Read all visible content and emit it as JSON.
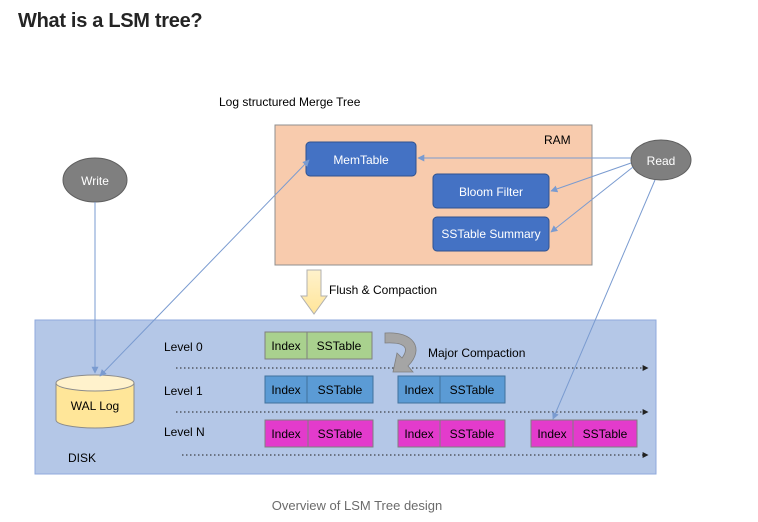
{
  "page": {
    "title": "What is a LSM tree?",
    "caption": "Overview of LSM Tree design"
  },
  "diagram": {
    "heading": "Log structured Merge Tree",
    "ram": {
      "label": "RAM",
      "memtable": "MemTable",
      "bloom_filter": "Bloom Filter",
      "sstable_summary": "SSTable Summary"
    },
    "write": "Write",
    "read": "Read",
    "flush": "Flush & Compaction",
    "disk": {
      "label": "DISK",
      "wal": "WAL Log",
      "major_compaction": "Major Compaction",
      "levels": [
        {
          "label": "Level 0",
          "blocks": [
            {
              "index": "Index",
              "sstable": "SSTable"
            }
          ]
        },
        {
          "label": "Level 1",
          "blocks": [
            {
              "index": "Index",
              "sstable": "SSTable"
            },
            {
              "index": "Index",
              "sstable": "SSTable"
            }
          ]
        },
        {
          "label": "Level N",
          "blocks": [
            {
              "index": "Index",
              "sstable": "SSTable"
            },
            {
              "index": "Index",
              "sstable": "SSTable"
            },
            {
              "index": "Index",
              "sstable": "SSTable"
            }
          ]
        }
      ]
    },
    "colors": {
      "ram_fill": "#f8cbad",
      "disk_fill": "#b4c7e7",
      "ram_box": "#4472c4",
      "level0": "#a9d18e",
      "level1": "#5b9bd5",
      "levelN": "#e33bcc",
      "node": "#7f7f7f",
      "wal": "#ffe699",
      "arrow": "#7a9bd0"
    }
  }
}
